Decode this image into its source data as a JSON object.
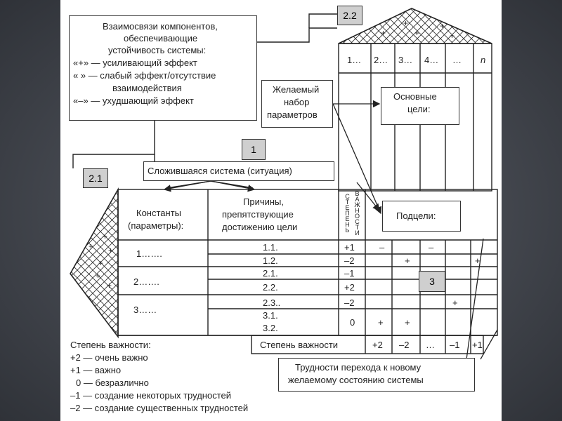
{
  "legend_box": {
    "title": "Взаимосвязи компонентов,",
    "line2": "обеспечивающие",
    "line3": "устойчивость системы:",
    "plus": "«+» — усиливающий эффект",
    "blank": "«  » — слабый эффект/отсутствие",
    "blank2": "взаимодействия",
    "minus": "«–» — ухудшающий эффект"
  },
  "labels": {
    "n22": "2.2",
    "n21": "2.1",
    "n1": "1",
    "n3": "3"
  },
  "desired": {
    "l1": "Желаемый",
    "l2": "набор",
    "l3": "параметров"
  },
  "main_goals": {
    "l1": "Основные",
    "l2": "цели:"
  },
  "subgoals": "Подцели:",
  "situation": "Сложившаяся система (ситуация)",
  "columns": [
    "1…",
    "2…",
    "3…",
    "4…",
    "…",
    "n"
  ],
  "constants": {
    "l1": "Константы",
    "l2": "(параметры):"
  },
  "causes": {
    "l1": "Причины,",
    "l2": "препятствующие",
    "l3": "достижению цели"
  },
  "vertical": {
    "stepen": "СТЕПЕНЬ",
    "vazhnosti": "ВАЖНОСТИ"
  },
  "rows": [
    {
      "cause": "1.1.",
      "importance": "+1",
      "marks": [
        "–",
        "",
        "–",
        "",
        ""
      ]
    },
    {
      "cause": "1.2.",
      "importance": "–2",
      "marks": [
        "",
        "+",
        "",
        "",
        "+"
      ]
    },
    {
      "cause": "2.1.",
      "importance": "–1",
      "marks": [
        "",
        "",
        "",
        "",
        ""
      ]
    },
    {
      "cause": "2.2.",
      "importance": "+2",
      "marks": [
        "",
        "",
        "",
        "",
        ""
      ]
    },
    {
      "cause": "2.3..",
      "importance": "–2",
      "marks": [
        "",
        "",
        "",
        "+",
        ""
      ]
    },
    {
      "cause": "3.1.",
      "importance": "",
      "marks": [
        "",
        "",
        "",
        "",
        ""
      ]
    },
    {
      "cause": "3.2.",
      "importance": "0",
      "marks": [
        "+",
        "+",
        "",
        "",
        ""
      ]
    }
  ],
  "params": [
    "1…….",
    "2…….",
    "3……"
  ],
  "importance_row": {
    "label": "Степень важности",
    "values": [
      "+2",
      "–2",
      "…",
      "–1",
      "+1"
    ]
  },
  "difficulties": {
    "l1": "Трудности перехода к новому",
    "l2": "желаемому состоянию системы"
  },
  "scale": {
    "title": "Степень важности:",
    "items": [
      "+2 — очень важно",
      "+1 —  важно",
      "0 — безразлично",
      "–1 — создание некоторых трудностей",
      "–2 — создание существенных трудностей"
    ]
  },
  "roof_marks": [
    "+",
    "+",
    "+",
    "+",
    "+"
  ],
  "left_marks": [
    "+",
    "+",
    "+",
    "+",
    "+",
    "+"
  ]
}
